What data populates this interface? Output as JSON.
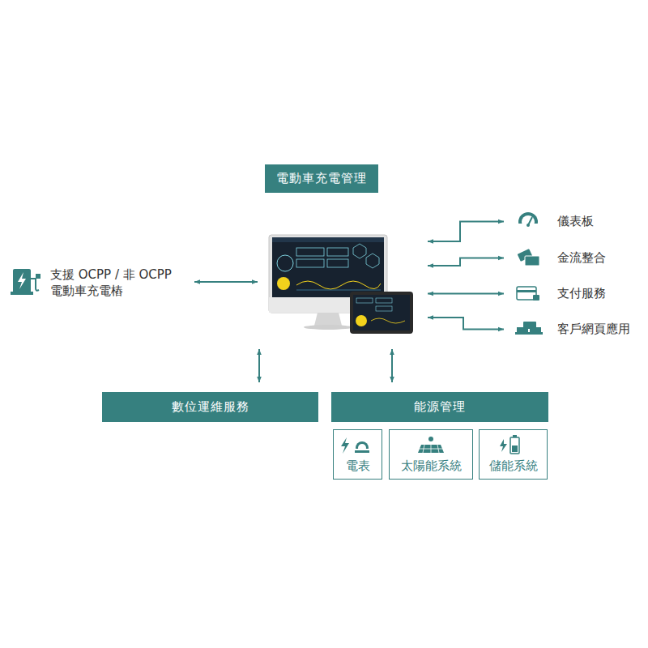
{
  "diagram": {
    "nodes": [
      {
        "text": [
          "電動車充電管理"
        ]
      },
      {
        "text": [
          "支援 OCPP / 非 OCPP 電動車充電樁"
        ]
      },
      {
        "text": [
          "儀表板"
        ]
      },
      {
        "text": [
          "金流整合"
        ]
      },
      {
        "text": [
          "支付服務"
        ]
      },
      {
        "text": [
          "客戶網頁應用"
        ]
      },
      {
        "text": [
          "數位運維服務"
        ]
      },
      {
        "text": [
          "能源管理"
        ]
      },
      {
        "text": [
          "電表"
        ]
      },
      {
        "text": [
          "太陽能系統"
        ]
      },
      {
        "text": [
          "儲能系統"
        ]
      }
    ],
    "edges": [
      {
        "from": 1,
        "to": 0,
        "arrow": "both"
      },
      {
        "from": 0,
        "to": 2,
        "arrow": "both"
      },
      {
        "from": 0,
        "to": 3,
        "arrow": "both"
      },
      {
        "from": 0,
        "to": 4,
        "arrow": "both"
      },
      {
        "from": 0,
        "to": 5,
        "arrow": "both"
      },
      {
        "from": 0,
        "to": 6,
        "arrow": "both"
      },
      {
        "from": 0,
        "to": 7,
        "arrow": "both"
      }
    ]
  }
}
